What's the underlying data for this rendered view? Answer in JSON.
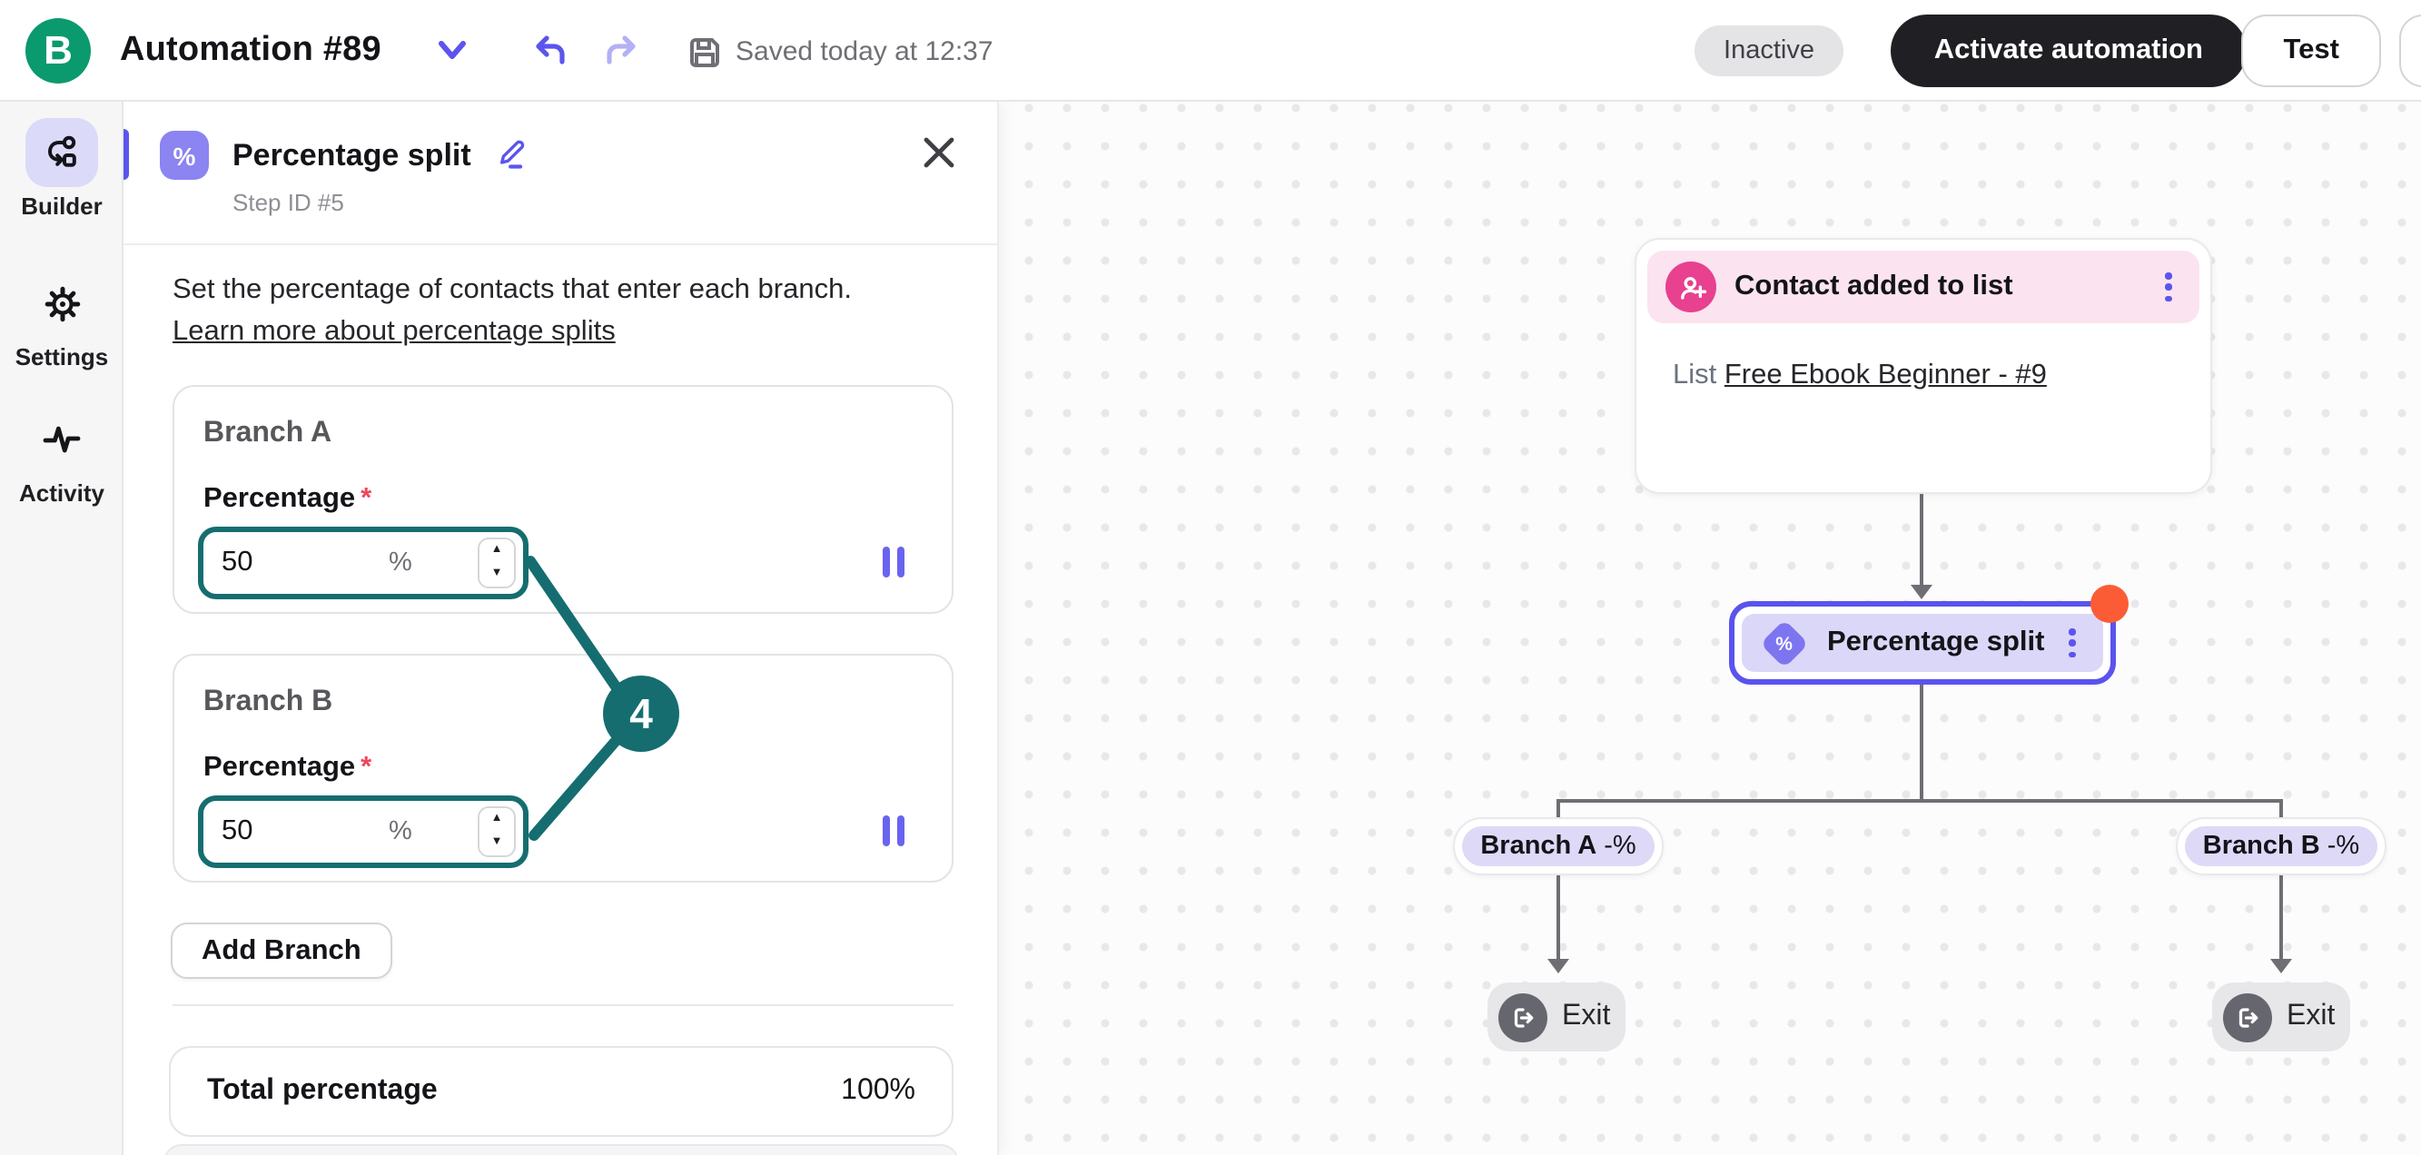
{
  "header": {
    "logo_letter": "B",
    "title": "Automation #89",
    "saved_status": "Saved today at 12:37",
    "status_badge": "Inactive",
    "activate_button": "Activate automation",
    "test_button": "Test"
  },
  "sidebar": {
    "items": [
      {
        "label": "Builder"
      },
      {
        "label": "Settings"
      },
      {
        "label": "Activity"
      }
    ]
  },
  "panel": {
    "icon_glyph": "%",
    "title": "Percentage split",
    "step_id": "Step ID #5",
    "description": "Set the percentage of contacts that enter each branch.",
    "learn_more_link": "Learn more about percentage splits",
    "branches": [
      {
        "name": "Branch A",
        "field_label": "Percentage",
        "required_mark": "*",
        "value": "50",
        "unit": "%"
      },
      {
        "name": "Branch B",
        "field_label": "Percentage",
        "required_mark": "*",
        "value": "50",
        "unit": "%"
      }
    ],
    "add_branch_button": "Add Branch",
    "total_label": "Total percentage",
    "total_value": "100%",
    "tour_badge": "4"
  },
  "canvas": {
    "trigger_node": {
      "title": "Contact added to list",
      "body_prefix": "List",
      "list_link": "Free Ebook Beginner - #9"
    },
    "split_node": {
      "title": "Percentage split",
      "icon_glyph": "%"
    },
    "branch_labels": [
      {
        "name": "Branch A",
        "suffix": "-%"
      },
      {
        "name": "Branch B",
        "suffix": "-%"
      }
    ],
    "exit_nodes": [
      {
        "label": "Exit"
      },
      {
        "label": "Exit"
      }
    ]
  },
  "colors": {
    "accent_indigo": "#5b55ee",
    "teal": "#156d70",
    "brand_green": "#0b996e",
    "pink": "#e7418f",
    "orange": "#fc5c35"
  }
}
